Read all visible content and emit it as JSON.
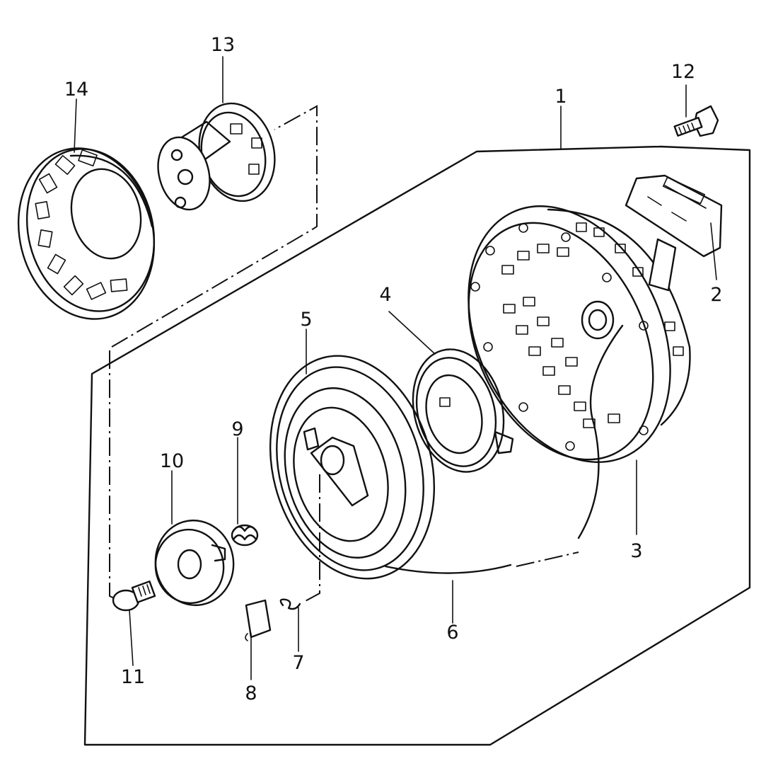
{
  "callouts": {
    "c1": "1",
    "c2": "2",
    "c3": "3",
    "c4": "4",
    "c5": "5",
    "c6": "6",
    "c7": "7",
    "c8": "8",
    "c9": "9",
    "c10": "10",
    "c11": "11",
    "c12": "12",
    "c13": "13",
    "c14": "14"
  },
  "colors": {
    "ink": "#111111",
    "paper": "#ffffff"
  }
}
